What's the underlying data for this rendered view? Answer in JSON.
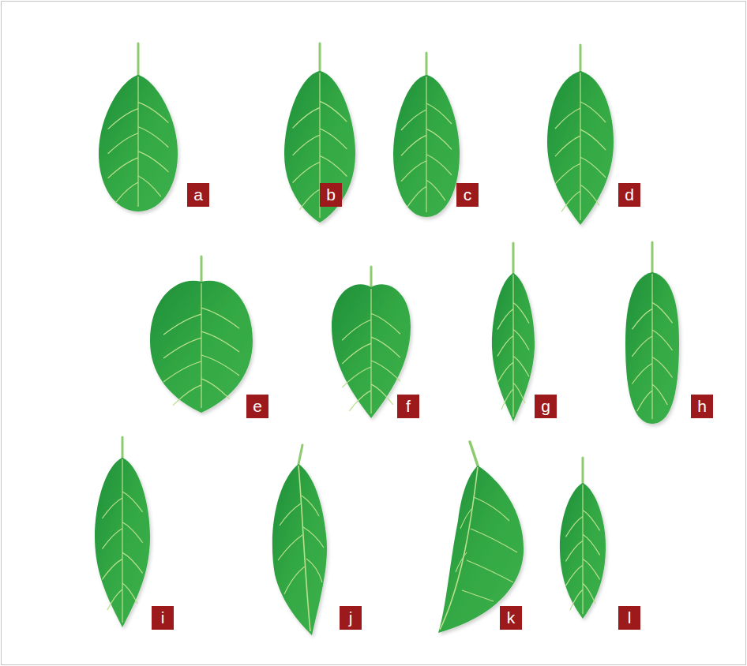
{
  "diagram": {
    "labels": [
      "a",
      "b",
      "c",
      "d",
      "e",
      "f",
      "g",
      "h",
      "i",
      "j",
      "k",
      "l"
    ]
  }
}
